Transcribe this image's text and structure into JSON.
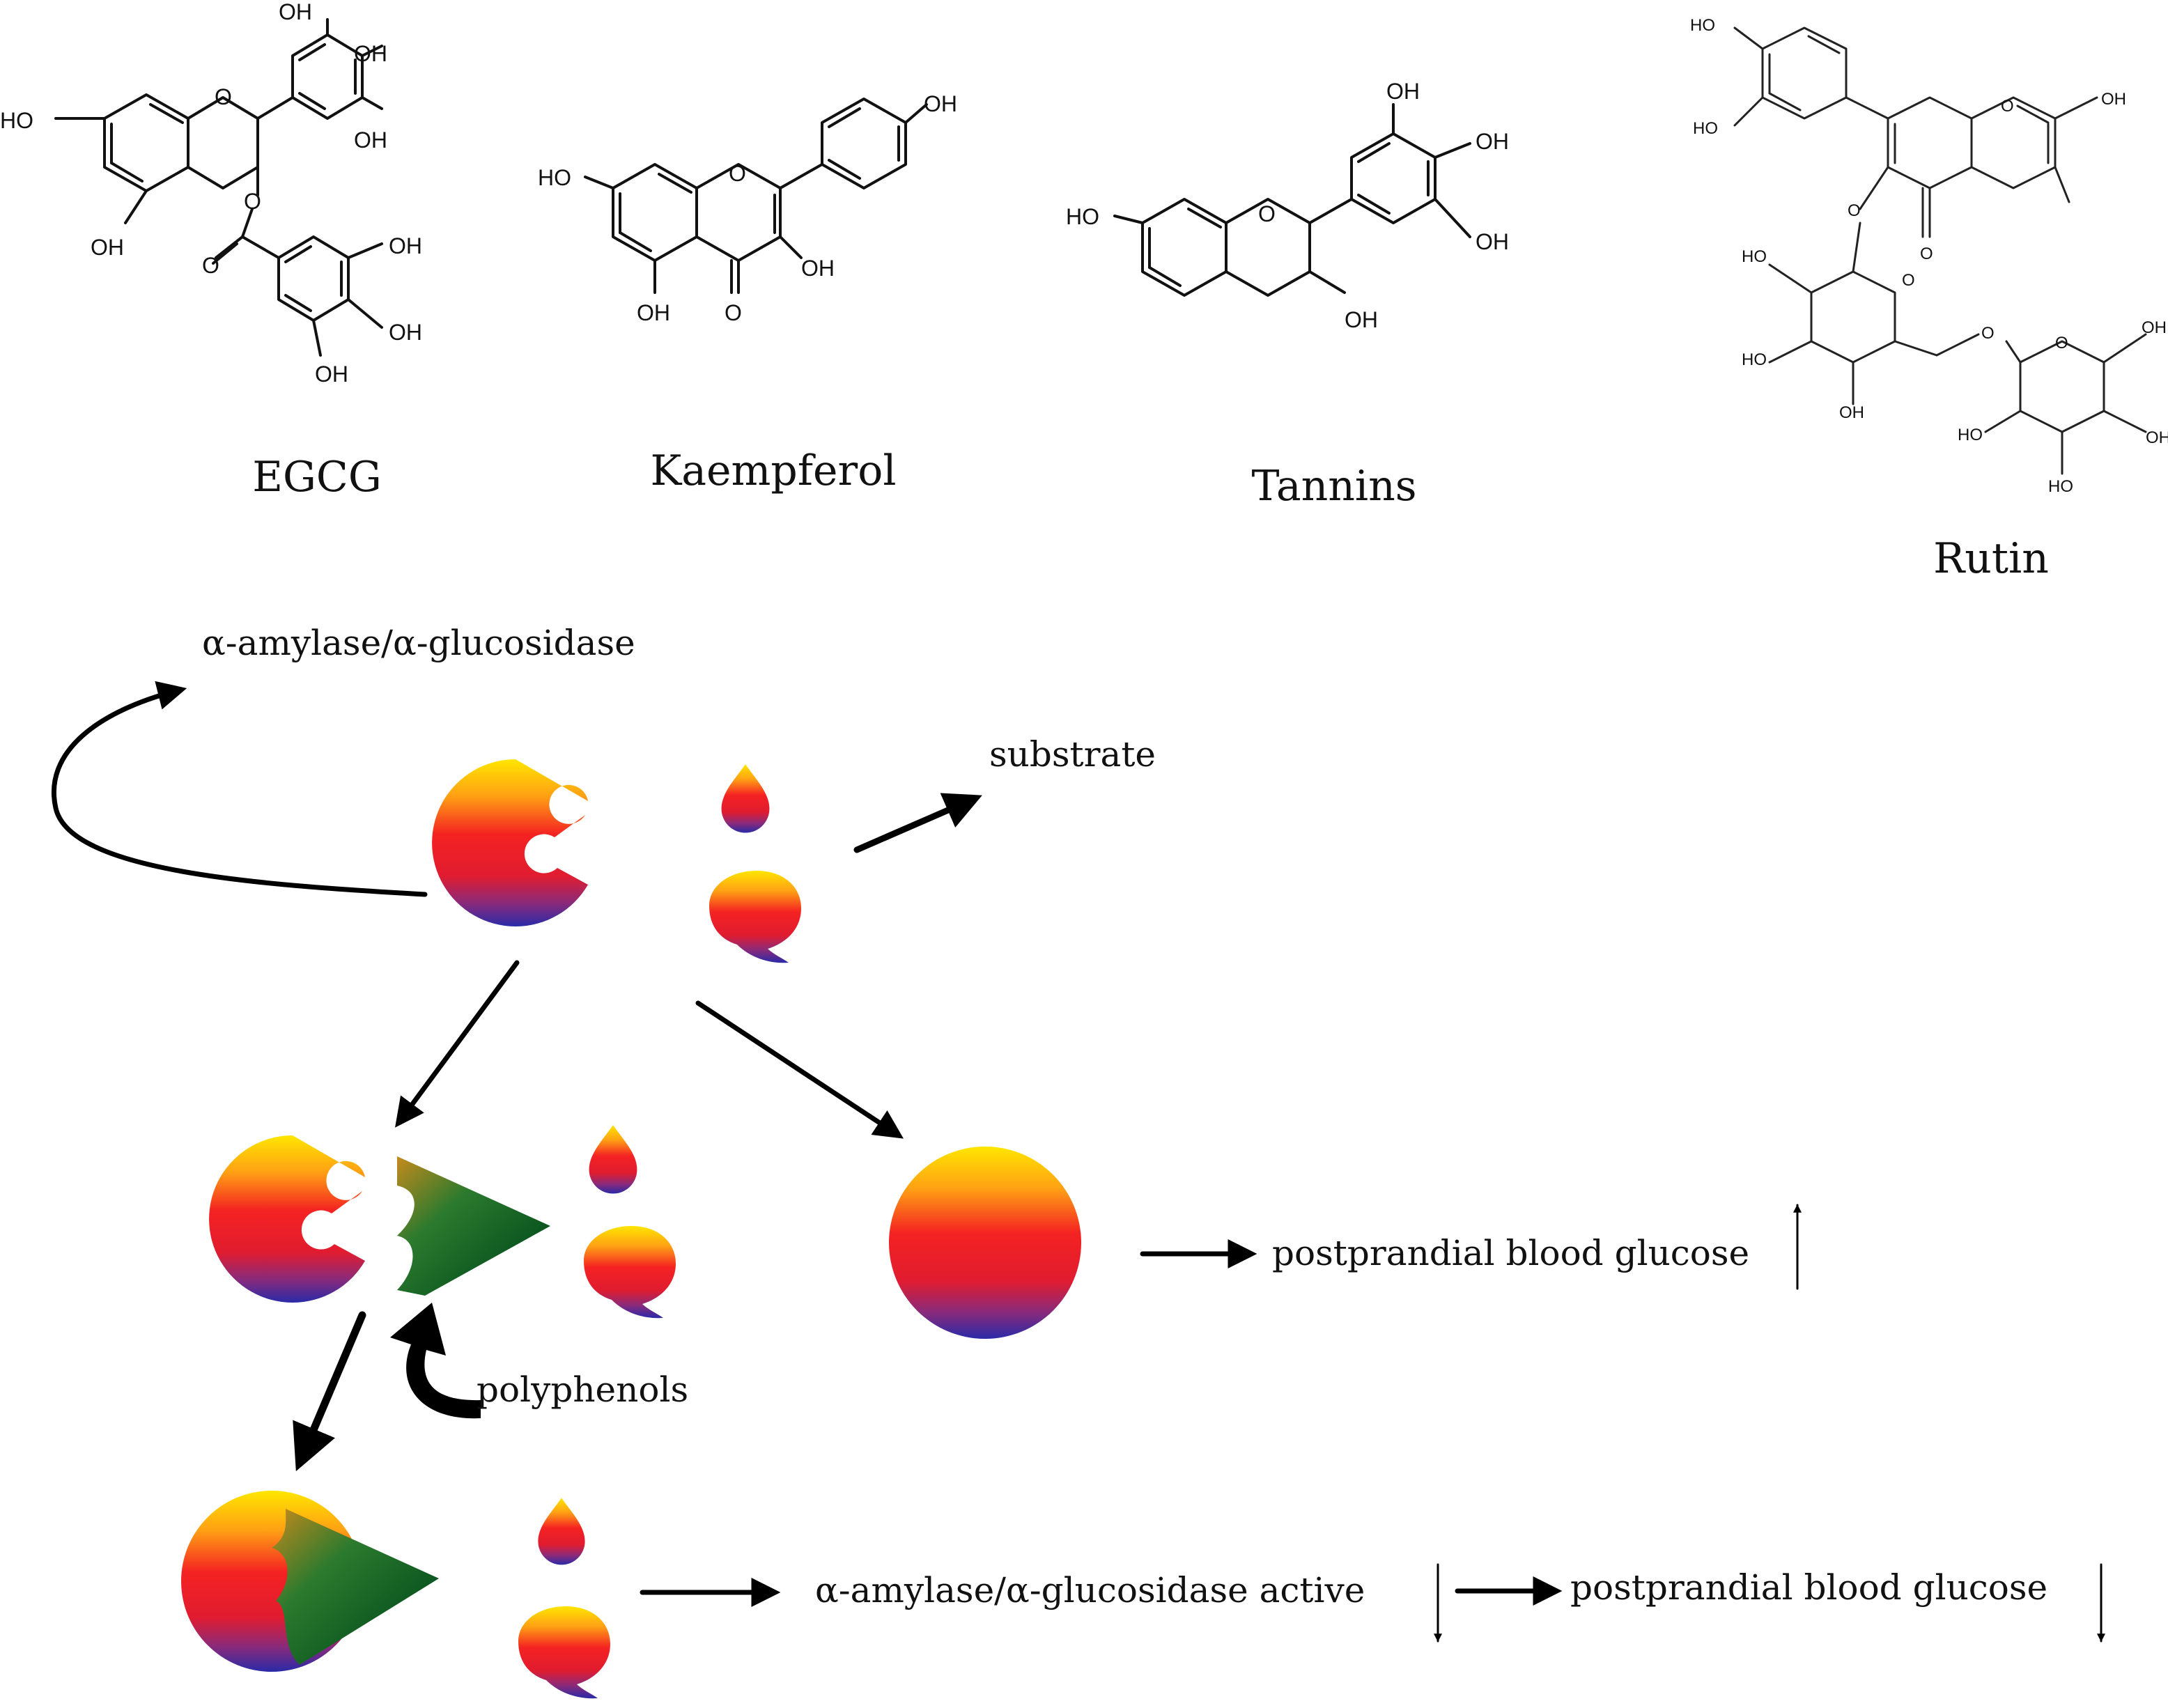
{
  "compounds": [
    {
      "name": "EGCG",
      "atoms": [
        "OH",
        "OH",
        "OH",
        "HO",
        "O",
        "O",
        "O",
        "OH",
        "OH",
        "OH",
        "OH"
      ]
    },
    {
      "name": "Kaempferol",
      "atoms": [
        "OH",
        "HO",
        "O",
        "OH",
        "OH",
        "O"
      ]
    },
    {
      "name": "Tannins",
      "atoms": [
        "OH",
        "OH",
        "OH",
        "HO",
        "O",
        "OH"
      ]
    },
    {
      "name": "Rutin",
      "atoms": [
        "HO",
        "HO",
        "O",
        "OH",
        "O",
        "O",
        "O",
        "HO",
        "HO",
        "HO",
        "OH",
        "O",
        "O",
        "HO",
        "OH",
        "OH"
      ]
    }
  ],
  "labels": {
    "enzyme": "α-amylase/α-glucosidase",
    "substrate": "substrate",
    "polyphenols": "polyphenols",
    "glucose_up": "postprandial blood glucose",
    "enzyme_active": "α-amylase/α-glucosidase active",
    "glucose_down": "postprandial blood glucose"
  },
  "colors": {
    "gradient_warm": [
      "#ffe200",
      "#ff9a1a",
      "#f02424",
      "#d0204a",
      "#2a2aa0"
    ],
    "gradient_inhibitor": [
      "#c9901a",
      "#2f7a32",
      "#0b5a20",
      "#6a1060"
    ],
    "ink": "#000000"
  }
}
